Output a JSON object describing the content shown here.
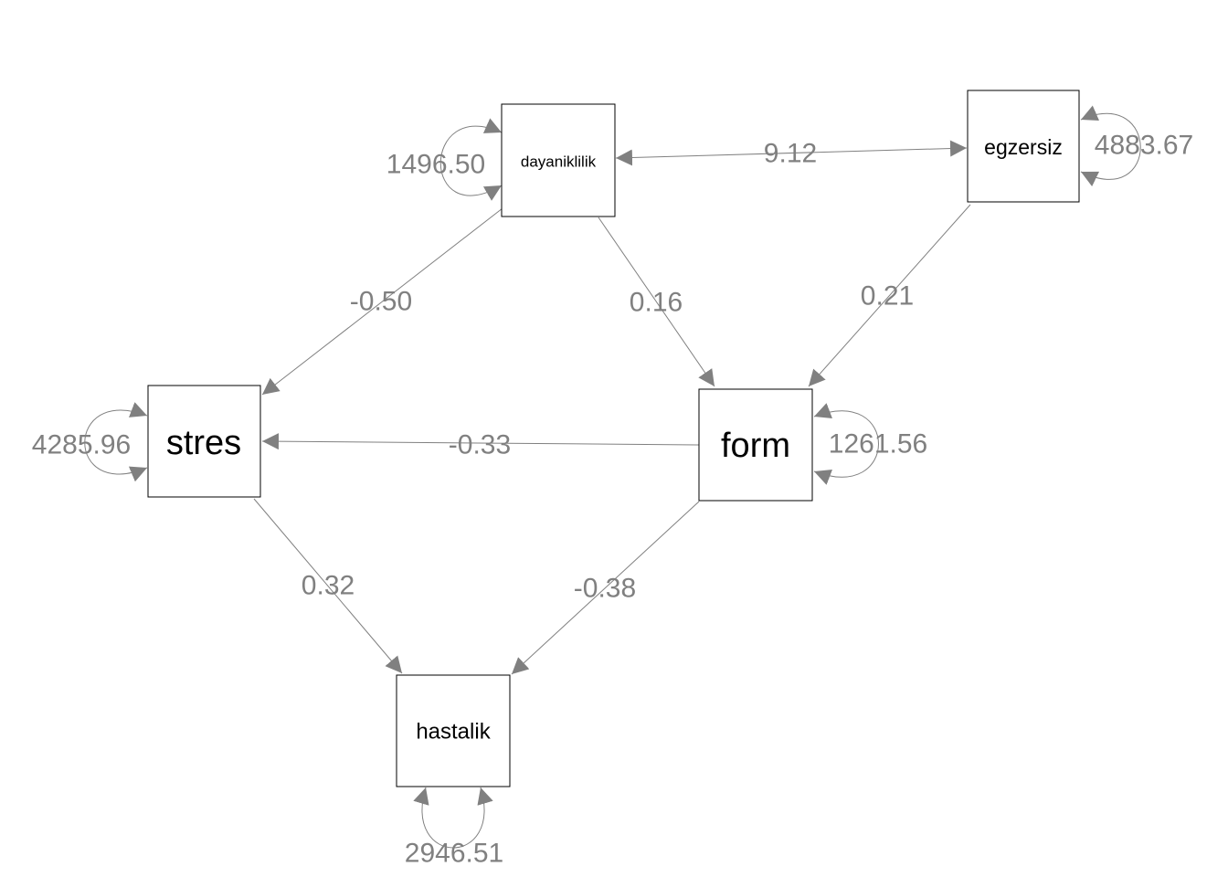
{
  "colors": {
    "edge": "#808080",
    "node_border": "#000000",
    "node_text": "#000000",
    "background": "#ffffff"
  },
  "nodes": {
    "dayaniklilik": {
      "label": "dayaniklilik"
    },
    "egzersiz": {
      "label": "egzersiz"
    },
    "stres": {
      "label": "stres"
    },
    "form": {
      "label": "form"
    },
    "hastalik": {
      "label": "hastalik"
    }
  },
  "paths": {
    "dayaniklilik_egzersiz": "9.12",
    "dayaniklilik_stres": "-0.50",
    "dayaniklilik_form": "0.16",
    "egzersiz_form": "0.21",
    "form_stres": "-0.33",
    "stres_hastalik": "0.32",
    "form_hastalik": "-0.38"
  },
  "variances": {
    "dayaniklilik": "1496.50",
    "egzersiz": "4883.67",
    "stres": "4285.96",
    "form": "1261.56",
    "hastalik": "2946.51"
  }
}
